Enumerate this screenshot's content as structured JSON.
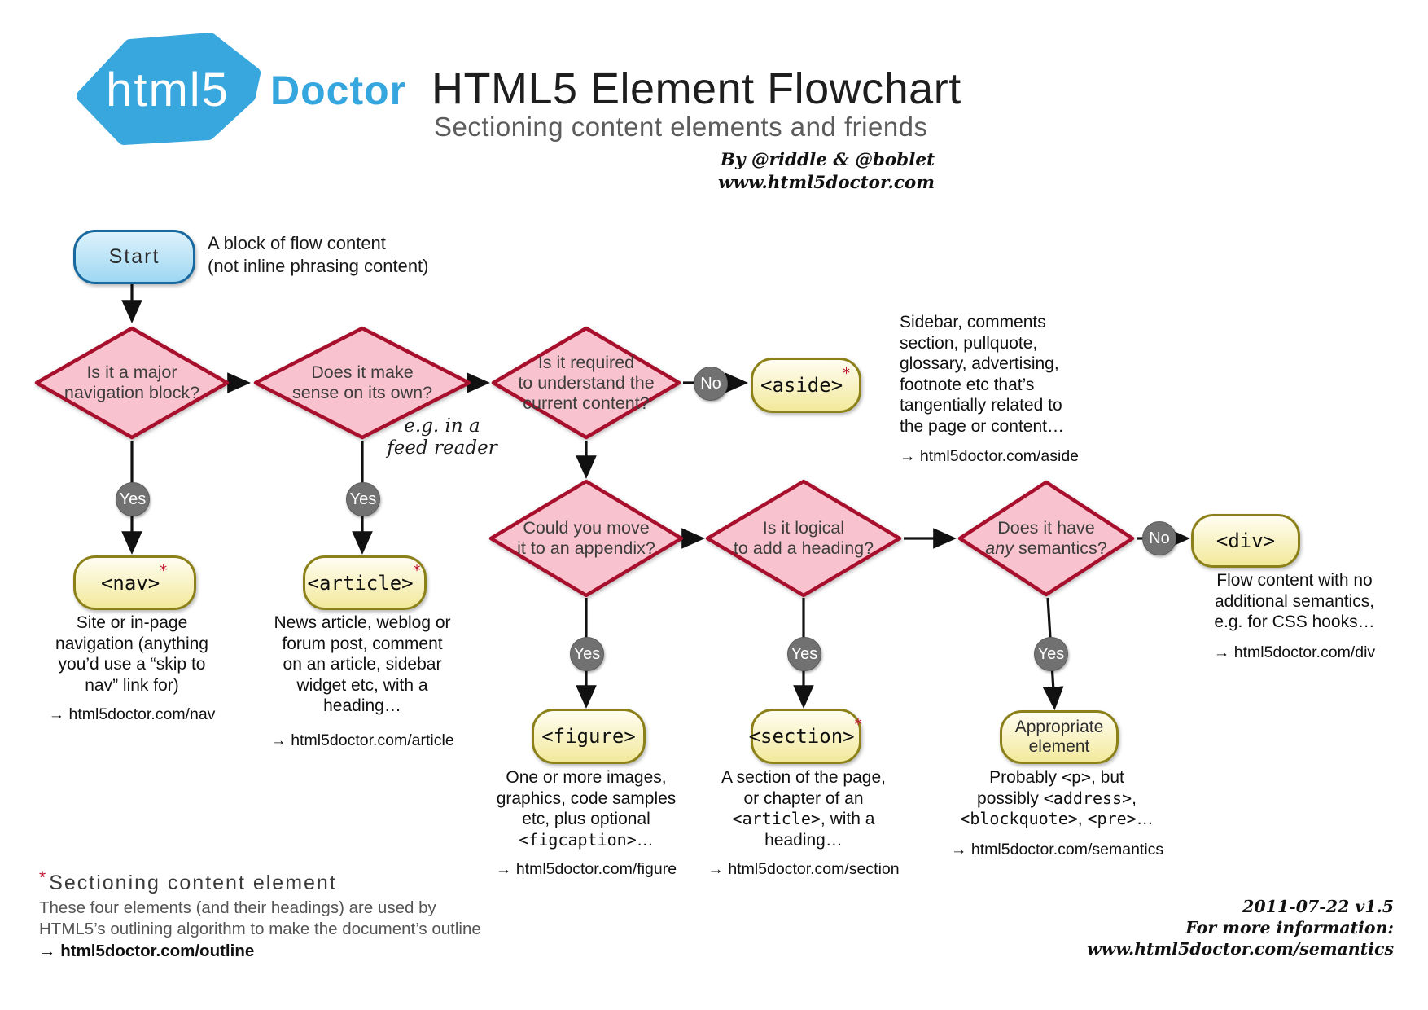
{
  "header": {
    "logo": "html5",
    "brand": "Doctor",
    "title": "HTML5 Element Flowchart",
    "subtitle": "Sectioning content elements and friends",
    "byline": [
      "By @riddle & @boblet",
      "www.html5doctor.com"
    ]
  },
  "labels": {
    "start": "Start",
    "yes": "Yes",
    "no": "No"
  },
  "start_note": [
    "A block of flow content",
    "(not inline phrasing content)"
  ],
  "feed_note": [
    "e.g. in a",
    "feed reader"
  ],
  "decisions": {
    "nav_block": [
      "Is it a major",
      "navigation block?"
    ],
    "own_sense": [
      "Does it make",
      "sense on its own?"
    ],
    "required": [
      "Is it required",
      "to understand the",
      "current content?"
    ],
    "appendix": [
      "Could you move",
      "it to an appendix?"
    ],
    "heading": [
      "Is it logical",
      "to add a heading?"
    ],
    "semantics": [
      "Does it have",
      "_any_ semantics?"
    ]
  },
  "nodes": {
    "nav": {
      "label": "<nav>",
      "star": "*",
      "desc": [
        "Site or in-page",
        "navigation (anything",
        "you’d use a “skip to",
        "nav” link for)"
      ],
      "link": "→ html5doctor.com/nav"
    },
    "article": {
      "label": "<article>",
      "star": "*",
      "desc": [
        "News article, weblog or",
        "forum post, comment",
        "on an article, sidebar",
        "widget etc, with a",
        "heading…"
      ],
      "link": "→ html5doctor.com/article"
    },
    "aside": {
      "label": "<aside>",
      "star": "*",
      "desc": [
        "Sidebar, comments",
        "section, pullquote,",
        "glossary, advertising,",
        "footnote etc that’s",
        "tangentially related to",
        "the page or content…"
      ],
      "link": "→ html5doctor.com/aside"
    },
    "figure": {
      "label": "<figure>",
      "star": "",
      "desc": [
        "One or more images,",
        "graphics, code samples",
        "etc, plus optional",
        "`<figcaption>`…"
      ],
      "link": "→ html5doctor.com/figure"
    },
    "section": {
      "label": "<section>",
      "star": "*",
      "desc": [
        "A section of the page,",
        "or chapter of an",
        "`<article>`, with a",
        "heading…"
      ],
      "link": "→ html5doctor.com/section"
    },
    "appropriate": {
      "label_lines": [
        "Appropriate",
        "element"
      ],
      "desc": [
        "Probably `<p>`, but",
        "possibly `<address>`,",
        "`<blockquote>`, `<pre>`…"
      ],
      "link": "→ html5doctor.com/semantics"
    },
    "div": {
      "label": "<div>",
      "star": "",
      "desc": [
        "Flow content with no",
        "additional semantics,",
        "e.g. for CSS hooks…"
      ],
      "link": "→ html5doctor.com/div"
    }
  },
  "footnote": {
    "star": "*",
    "heading": "Sectioning content element",
    "body": [
      "These four elements (and their headings) are used by",
      "HTML5’s outlining algorithm to make the document’s outline"
    ],
    "link": "→ html5doctor.com/outline"
  },
  "version": [
    "2011-07-22 v1.5",
    "For more information:",
    "www.html5doctor.com/semantics"
  ],
  "colors": {
    "brand_blue": "#36a6df",
    "diamond_fill": "#f8c3ce",
    "diamond_border": "#a80f2c",
    "node_fill": "#f7efab",
    "node_border": "#8c8119",
    "start_fill": "#bfe6f8",
    "start_border": "#19699f",
    "badge_gray": "#717171",
    "star_red": "#c00f2d"
  }
}
